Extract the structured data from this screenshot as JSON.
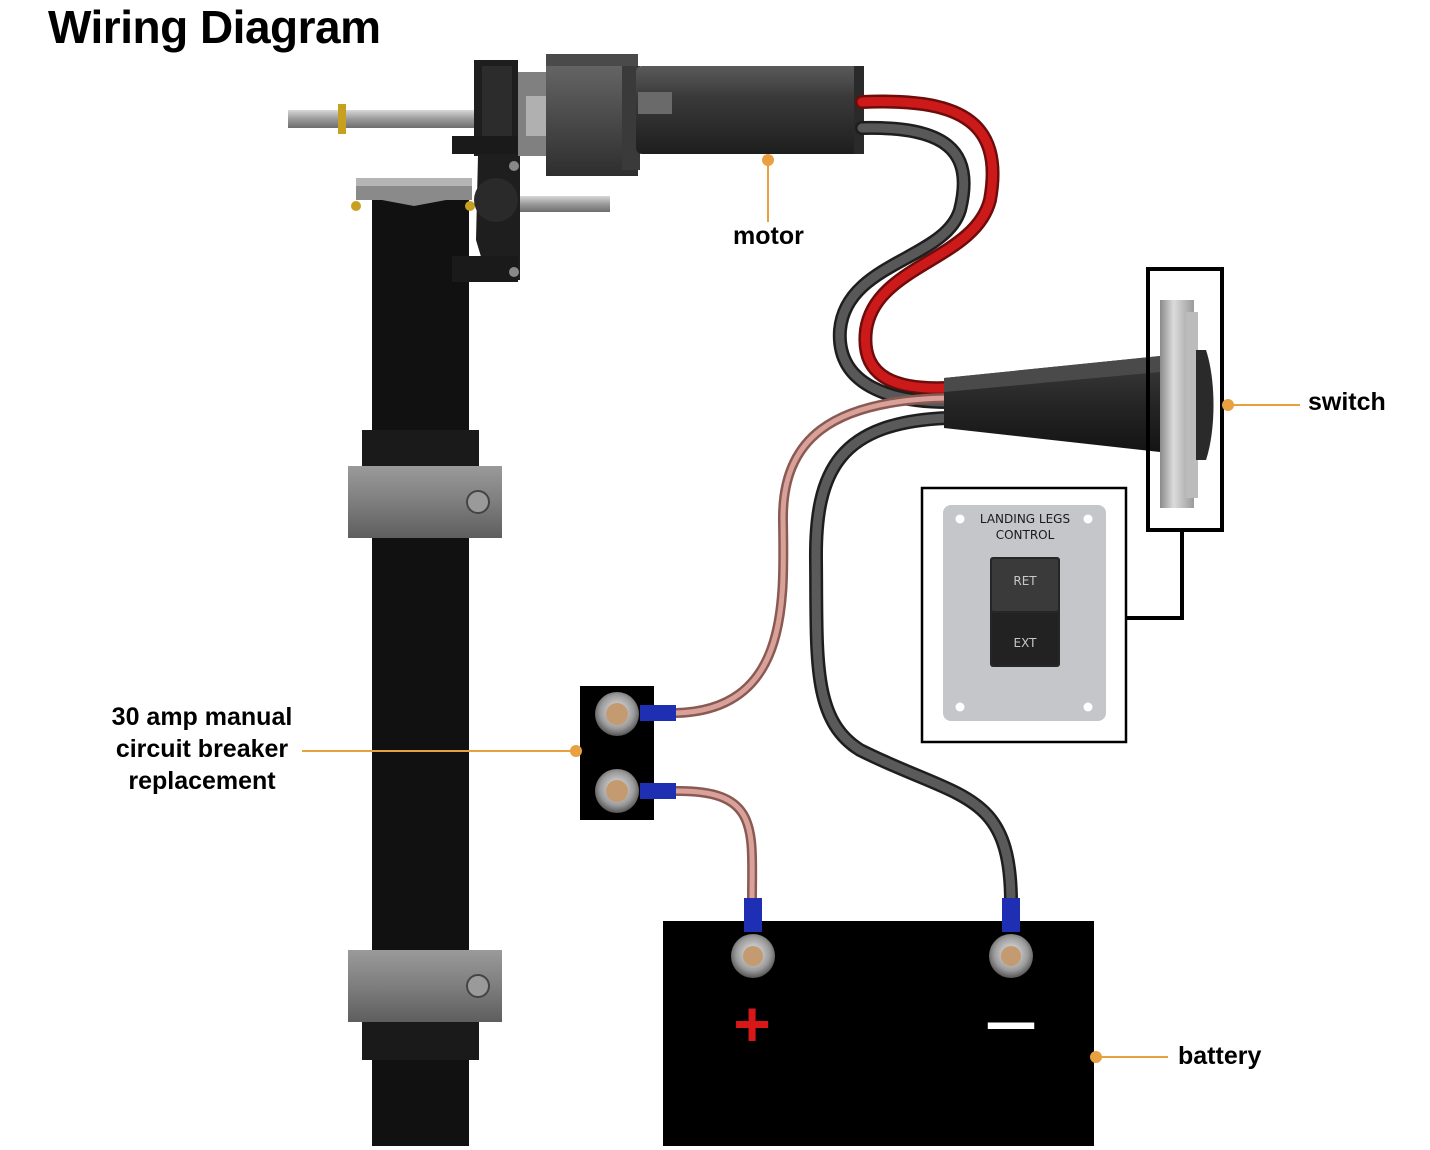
{
  "title": "Wiring Diagram",
  "labels": {
    "motor": "motor",
    "switch": "switch",
    "breaker": [
      "30 amp manual",
      "circuit breaker",
      "replacement"
    ],
    "battery": "battery"
  },
  "panel": {
    "title_line1": "LANDING LEGS",
    "title_line2": "CONTROL",
    "upper": "RET",
    "lower": "EXT"
  },
  "battery": {
    "positive": "+",
    "negative": "—"
  },
  "colors": {
    "leader": "#e8a040",
    "red_wire": "#c81818",
    "dark_wire": "#4a4a4a",
    "copper_wire": "#d49a92",
    "terminal_blue": "#1e2fb4",
    "battery": "#000000",
    "leg": "#111111",
    "panel": "#c4c6c9"
  }
}
